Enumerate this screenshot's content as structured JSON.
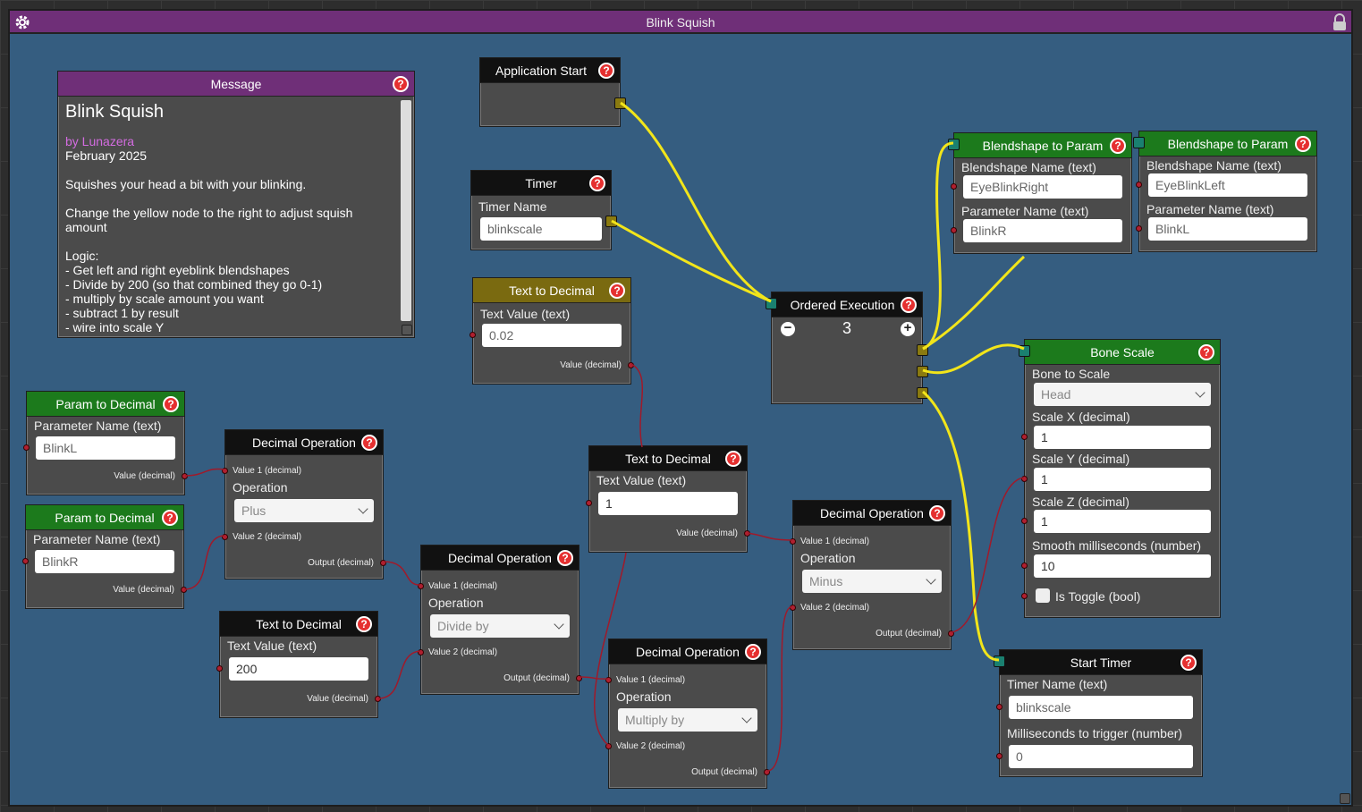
{
  "window": {
    "title": "Blink Squish",
    "gear_icon": "gear-icon",
    "lock_icon": "lock-icon"
  },
  "help_glyph": "?",
  "message": {
    "header": "Message",
    "title": "Blink Squish",
    "author": "by Lunazera",
    "date": "February 2025",
    "line1": "Squishes your head a bit with your blinking.",
    "line2": "Change the yellow node to the right to adjust squish amount",
    "logic_title": "Logic:",
    "logic_items": [
      "- Get left and right eyeblink blendshapes",
      "- Divide by 200 (so that combined they go 0-1)",
      "- multiply by scale amount you want",
      "- subtract 1 by result",
      "- wire into scale Y"
    ]
  },
  "app_start": {
    "header": "Application Start"
  },
  "timer": {
    "header": "Timer",
    "label": "Timer Name",
    "value": "blinkscale"
  },
  "ttd1": {
    "header": "Text to Decimal",
    "label": "Text Value (text)",
    "value": "0.02",
    "out": "Value (decimal)"
  },
  "ttd2": {
    "header": "Text to Decimal",
    "label": "Text Value (text)",
    "value": "1",
    "out": "Value (decimal)"
  },
  "ttd3": {
    "header": "Text to Decimal",
    "label": "Text Value (text)",
    "value": "200",
    "out": "Value (decimal)"
  },
  "ordered": {
    "header": "Ordered Execution",
    "count": "3",
    "minus": "−",
    "plus": "+"
  },
  "bs1": {
    "header": "Blendshape to Param",
    "l1": "Blendshape Name (text)",
    "v1": "EyeBlinkRight",
    "l2": "Parameter Name (text)",
    "v2": "BlinkR"
  },
  "bs2": {
    "header": "Blendshape to Param",
    "l1": "Blendshape Name (text)",
    "v1": "EyeBlinkLeft",
    "l2": "Parameter Name (text)",
    "v2": "BlinkL"
  },
  "bone": {
    "header": "Bone Scale",
    "l_bone": "Bone to Scale",
    "bone": "Head",
    "lx": "Scale X (decimal)",
    "x": "1",
    "ly": "Scale Y (decimal)",
    "y": "1",
    "lz": "Scale Z (decimal)",
    "z": "1",
    "ls": "Smooth milliseconds (number)",
    "s": "10",
    "toggle": "Is Toggle (bool)"
  },
  "p2d1": {
    "header": "Param to Decimal",
    "label": "Parameter Name (text)",
    "value": "BlinkL",
    "out": "Value (decimal)"
  },
  "p2d2": {
    "header": "Param to Decimal",
    "label": "Parameter Name (text)",
    "value": "BlinkR",
    "out": "Value (decimal)"
  },
  "dop1": {
    "header": "Decimal Operation",
    "v1": "Value 1 (decimal)",
    "op": "Operation",
    "sel": "Plus",
    "v2": "Value 2 (decimal)",
    "out": "Output (decimal)"
  },
  "dop2": {
    "header": "Decimal Operation",
    "v1": "Value 1 (decimal)",
    "op": "Operation",
    "sel": "Divide by",
    "v2": "Value 2 (decimal)",
    "out": "Output (decimal)"
  },
  "dop3": {
    "header": "Decimal Operation",
    "v1": "Value 1 (decimal)",
    "op": "Operation",
    "sel": "Multiply by",
    "v2": "Value 2 (decimal)",
    "out": "Output (decimal)"
  },
  "dop4": {
    "header": "Decimal Operation",
    "v1": "Value 1 (decimal)",
    "op": "Operation",
    "sel": "Minus",
    "v2": "Value 2 (decimal)",
    "out": "Output (decimal)"
  },
  "start_timer": {
    "header": "Start Timer",
    "l1": "Timer Name (text)",
    "v1": "blinkscale",
    "l2": "Milliseconds to trigger (number)",
    "v2": "0"
  },
  "colors": {
    "exec_wire": "#f2e51a",
    "data_wire": "#a01a2a",
    "window_bg": "#355d80",
    "title_bg": "#6f2f78"
  }
}
